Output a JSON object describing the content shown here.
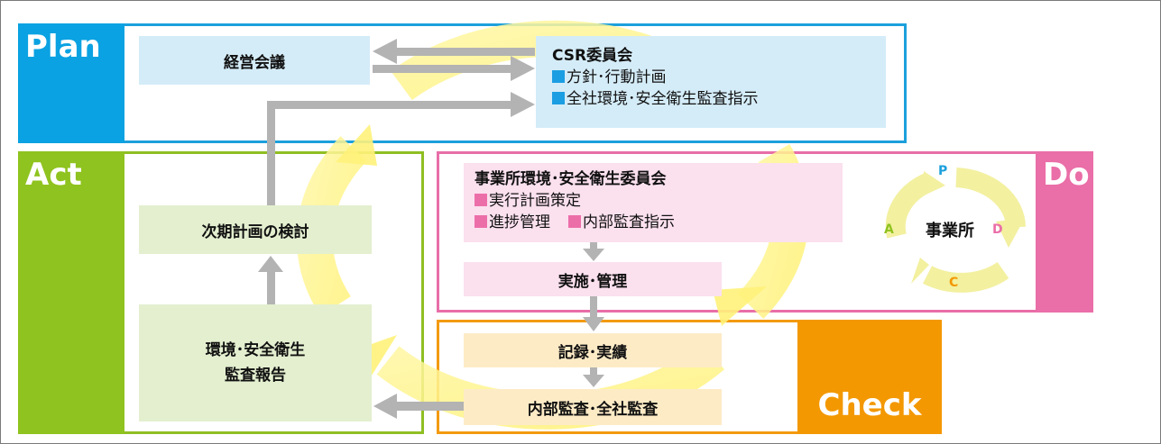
{
  "phases": {
    "plan": "Plan",
    "do": "Do",
    "check": "Check",
    "act": "Act"
  },
  "plan": {
    "meeting": "経営会議",
    "committee": {
      "title": "CSR委員会",
      "items": [
        "方針･行動計画",
        "全社環境･安全衛生監査指示"
      ]
    }
  },
  "do": {
    "committee": {
      "title": "事業所環境･安全衛生委員会",
      "items": [
        "実行計画策定",
        "進捗管理",
        "内部監査指示"
      ]
    },
    "implementation": "実施･管理",
    "cycle": {
      "center": "事業所",
      "letters": [
        "P",
        "D",
        "C",
        "A"
      ]
    }
  },
  "check": {
    "records": "記録･実績",
    "audit": "内部監査･全社監査"
  },
  "act": {
    "report": [
      "環境･安全衛生",
      "監査報告"
    ],
    "review": "次期計画の検討"
  },
  "colors": {
    "plan": "#0aa2e2",
    "do": "#ea6ea8",
    "check": "#f39800",
    "act": "#8fc31f",
    "arrow": "#b3b3b3",
    "cycle": "#fff799"
  }
}
